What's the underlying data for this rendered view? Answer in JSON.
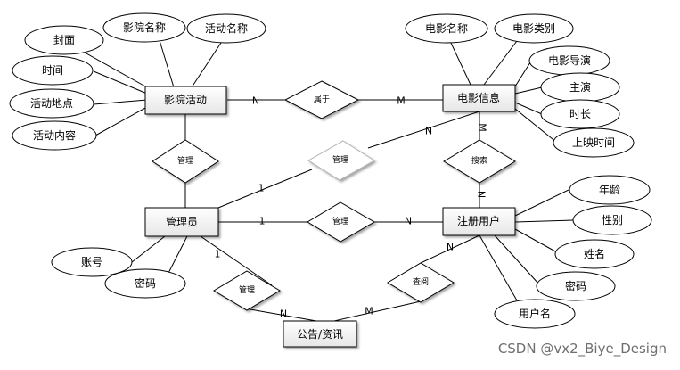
{
  "diagram": {
    "entities": {
      "cinema_activity": "影院活动",
      "movie_info": "电影信息",
      "admin": "管理员",
      "registered_user": "注册用户",
      "announcement": "公告/资讯"
    },
    "attributes": {
      "cover": "封面",
      "cinema_name": "影院名称",
      "activity_name": "活动名称",
      "time": "时间",
      "activity_location": "活动地点",
      "activity_content": "活动内容",
      "movie_name": "电影名称",
      "movie_category": "电影类别",
      "movie_director": "电影导演",
      "lead_actor": "主演",
      "duration": "时长",
      "release_time": "上映时间",
      "age": "年龄",
      "gender": "性别",
      "name": "姓名",
      "password_user": "密码",
      "username": "用户名",
      "account": "账号",
      "password_admin": "密码"
    },
    "relationships": {
      "belongs_to": "属于",
      "search": "搜索",
      "manage_activity": "管理",
      "manage_movie": "管理",
      "manage_user": "管理",
      "manage_announcement": "管理",
      "view": "查阅"
    },
    "cardinalities": {
      "activity_belongs": "N",
      "movie_belongs": "M",
      "movie_search": "M",
      "user_search": "N",
      "admin_movie": "1",
      "movie_admin": "N",
      "admin_user": "1",
      "user_admin": "N",
      "admin_announcement": "1",
      "announcement_admin": "N",
      "announcement_user": "M",
      "user_announcement": "N"
    }
  },
  "watermark": "CSDN @vx2_Biye_Design"
}
